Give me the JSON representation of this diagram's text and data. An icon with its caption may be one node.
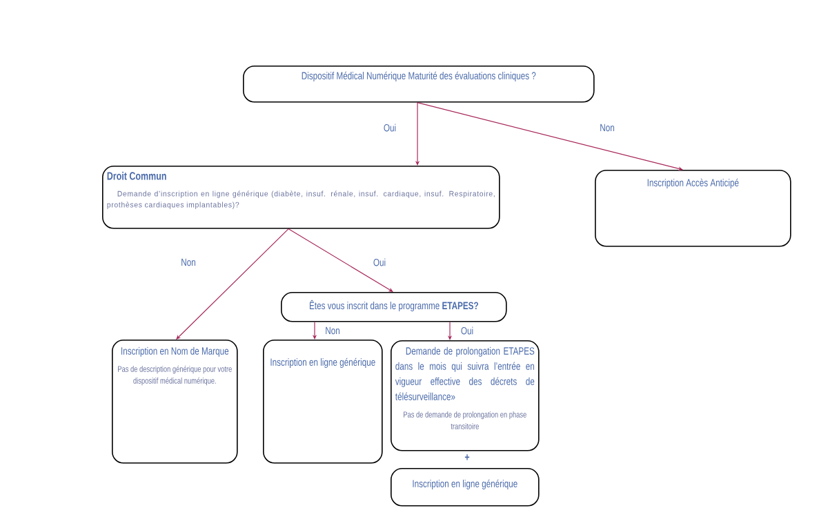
{
  "diagram": {
    "nodes": [
      {
        "text": [
          "Dispositif Médical Numérique Maturité des évaluations cliniques ?"
        ]
      },
      {
        "text": [
          "Droit Commun",
          "Demande d’inscription en ligne générique (diabète, insuf. rénale, insuf. cardiaque, insuf. Respiratoire, prothèses cardiaques implantables)?"
        ]
      },
      {
        "text": [
          "Inscription Accès Anticipé"
        ]
      },
      {
        "text": [
          "Êtes vous inscrit dans le programme **ETAPES?**"
        ]
      },
      {
        "text": [
          "Inscription en Nom de Marque",
          "Pas de description générique pour votre dispositif médical numérique."
        ]
      },
      {
        "text": [
          "Inscription en ligne générique"
        ]
      },
      {
        "text": [
          "Demande de prolongation ETAPES dans le mois qui suivra l’entrée en vigueur effective des décrets de télésurveillance»",
          "Pas de demande de prolongation en phase transitoire"
        ]
      },
      {
        "text": [
          "Inscription en ligne générique"
        ]
      }
    ],
    "edges": [
      {
        "from": 0,
        "to": 1,
        "arrow": "to",
        "label": "Oui"
      },
      {
        "from": 0,
        "to": 2,
        "arrow": "to",
        "label": "Non"
      },
      {
        "from": 1,
        "to": 4,
        "arrow": "to",
        "label": "Non"
      },
      {
        "from": 1,
        "to": 3,
        "arrow": "to",
        "label": "Oui"
      },
      {
        "from": 3,
        "to": 5,
        "arrow": "to",
        "label": "Non"
      },
      {
        "from": 3,
        "to": 6,
        "arrow": "to",
        "label": "Oui"
      }
    ],
    "labels": [
      "+"
    ]
  }
}
